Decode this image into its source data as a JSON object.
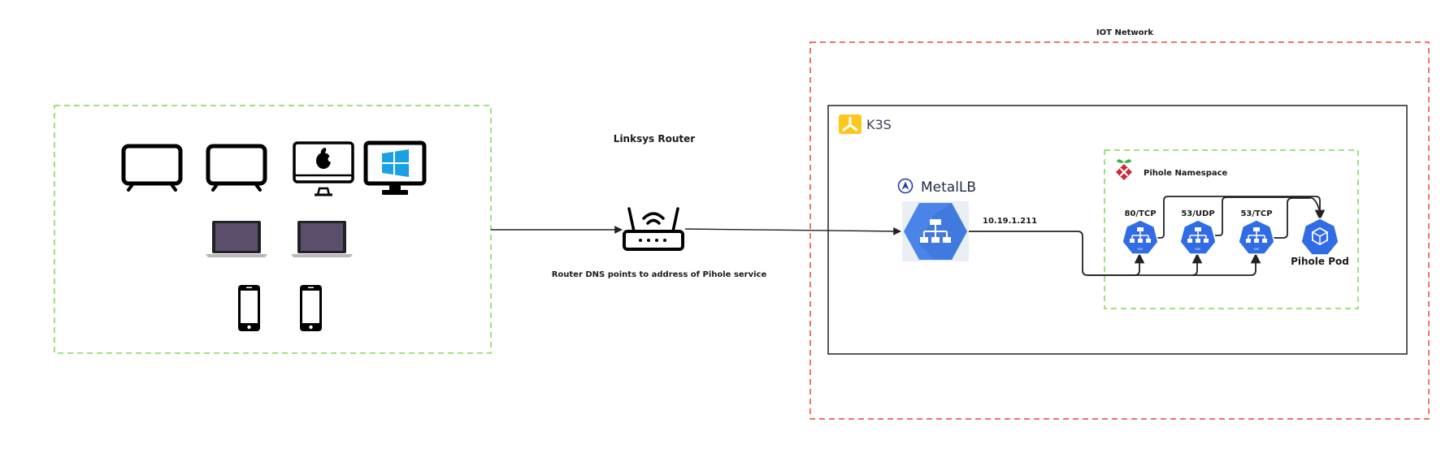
{
  "labels": {
    "iot_network": "IOT Network",
    "router": "Linksys Router",
    "router_note": "Router DNS points to address of Pihole service",
    "k3s": "K3S",
    "metallb": "MetalLB",
    "lb_ip": "10.19.1.211",
    "pihole_namespace": "Pihole Namespace",
    "services": [
      "80/TCP",
      "53/UDP",
      "53/TCP"
    ],
    "pihole_pod": "Pihole Pod"
  },
  "colors": {
    "iot_border": "#e8473e",
    "devices_border": "#7ed957",
    "namespace_border": "#7ed957",
    "k8s_blue": "#326ce5",
    "gcp_blue": "#4a84e8",
    "k3s_yellow": "#ffc61c",
    "windows_blue": "#1ba1e2",
    "pihole_red": "#cc2936",
    "pihole_leaf": "#3bb143"
  },
  "icons": {
    "devices": [
      "tv-icon",
      "tv-icon",
      "imac-icon",
      "windows-monitor-icon",
      "laptop-icon",
      "laptop-icon",
      "smartphone-icon",
      "smartphone-icon"
    ],
    "router": "wifi-router-icon",
    "load_balancer": "cloud-load-balancing-icon",
    "service": "k8s-service-icon",
    "pod": "k8s-pod-icon",
    "namespace_logo": "pihole-logo",
    "k3s_logo": "k3s-logo",
    "metallb_logo": "metallb-logo"
  }
}
